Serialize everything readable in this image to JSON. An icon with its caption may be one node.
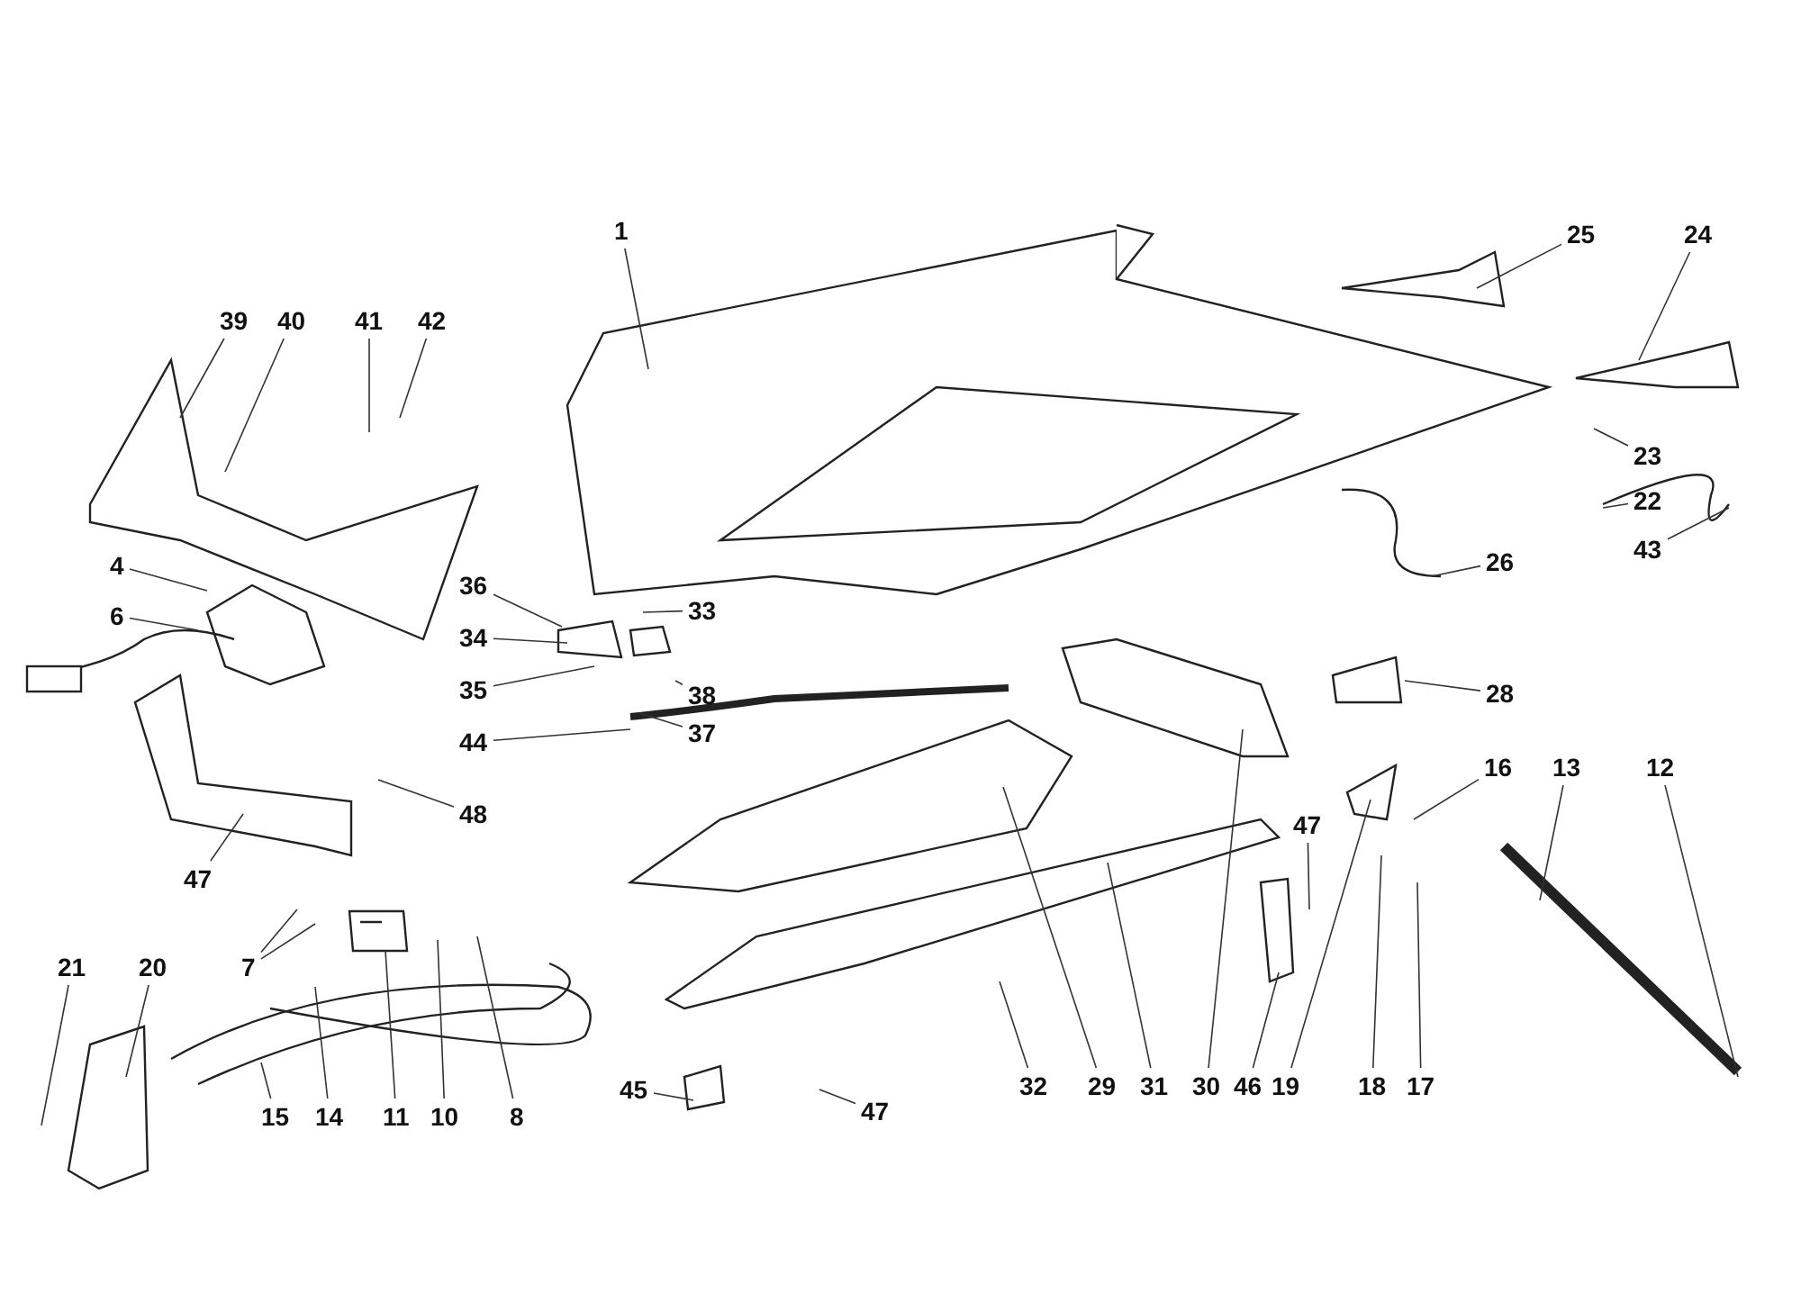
{
  "diagram": {
    "nodes": [
      {
        "text": [
          "1"
        ]
      },
      {
        "text": [
          "25"
        ]
      },
      {
        "text": [
          "24"
        ]
      },
      {
        "text": [
          "39"
        ]
      },
      {
        "text": [
          "40"
        ]
      },
      {
        "text": [
          "41"
        ]
      },
      {
        "text": [
          "42"
        ]
      },
      {
        "text": [
          "23"
        ]
      },
      {
        "text": [
          "22"
        ]
      },
      {
        "text": [
          "43"
        ]
      },
      {
        "text": [
          "26"
        ]
      },
      {
        "text": [
          "4"
        ]
      },
      {
        "text": [
          "6"
        ]
      },
      {
        "text": [
          "36"
        ]
      },
      {
        "text": [
          "34"
        ]
      },
      {
        "text": [
          "35"
        ]
      },
      {
        "text": [
          "33"
        ]
      },
      {
        "text": [
          "38"
        ]
      },
      {
        "text": [
          "37"
        ]
      },
      {
        "text": [
          "28"
        ]
      },
      {
        "text": [
          "44"
        ]
      },
      {
        "text": [
          "48"
        ]
      },
      {
        "text": [
          "47"
        ]
      },
      {
        "text": [
          "16"
        ]
      },
      {
        "text": [
          "13"
        ]
      },
      {
        "text": [
          "12"
        ]
      },
      {
        "text": [
          "47"
        ]
      },
      {
        "text": [
          "7"
        ]
      },
      {
        "text": [
          "21"
        ]
      },
      {
        "text": [
          "20"
        ]
      },
      {
        "text": [
          "15"
        ]
      },
      {
        "text": [
          "14"
        ]
      },
      {
        "text": [
          "11"
        ]
      },
      {
        "text": [
          "10"
        ]
      },
      {
        "text": [
          "8"
        ]
      },
      {
        "text": [
          "32"
        ]
      },
      {
        "text": [
          "29"
        ]
      },
      {
        "text": [
          "31"
        ]
      },
      {
        "text": [
          "30"
        ]
      },
      {
        "text": [
          "46"
        ]
      },
      {
        "text": [
          "19"
        ]
      },
      {
        "text": [
          "18"
        ]
      },
      {
        "text": [
          "17"
        ]
      },
      {
        "text": [
          "45"
        ]
      },
      {
        "text": [
          "47"
        ]
      }
    ],
    "edges": [
      {
        "from": 0,
        "to": null,
        "arrow": "none"
      },
      {
        "from": 1,
        "to": null,
        "arrow": "none"
      },
      {
        "from": 2,
        "to": null,
        "arrow": "none"
      },
      {
        "from": 3,
        "to": null,
        "arrow": "none"
      },
      {
        "from": 4,
        "to": null,
        "arrow": "none"
      },
      {
        "from": 5,
        "to": null,
        "arrow": "none"
      },
      {
        "from": 6,
        "to": null,
        "arrow": "none"
      },
      {
        "from": 7,
        "to": null,
        "arrow": "none"
      },
      {
        "from": 8,
        "to": null,
        "arrow": "none"
      },
      {
        "from": 9,
        "to": null,
        "arrow": "none"
      },
      {
        "from": 10,
        "to": null,
        "arrow": "none"
      },
      {
        "from": 11,
        "to": null,
        "arrow": "none"
      },
      {
        "from": 12,
        "to": null,
        "arrow": "none"
      },
      {
        "from": 13,
        "to": null,
        "arrow": "none"
      },
      {
        "from": 14,
        "to": null,
        "arrow": "none"
      },
      {
        "from": 15,
        "to": null,
        "arrow": "none"
      },
      {
        "from": 16,
        "to": null,
        "arrow": "none"
      },
      {
        "from": 17,
        "to": null,
        "arrow": "none"
      },
      {
        "from": 18,
        "to": null,
        "arrow": "none"
      },
      {
        "from": 19,
        "to": null,
        "arrow": "none"
      },
      {
        "from": 20,
        "to": null,
        "arrow": "none"
      },
      {
        "from": 21,
        "to": null,
        "arrow": "none"
      },
      {
        "from": 22,
        "to": null,
        "arrow": "none"
      },
      {
        "from": 23,
        "to": null,
        "arrow": "none"
      },
      {
        "from": 24,
        "to": null,
        "arrow": "none"
      },
      {
        "from": 25,
        "to": null,
        "arrow": "none"
      },
      {
        "from": 26,
        "to": null,
        "arrow": "none"
      },
      {
        "from": 27,
        "to": null,
        "arrow": "none"
      },
      {
        "from": 27,
        "to": null,
        "arrow": "none"
      },
      {
        "from": 28,
        "to": null,
        "arrow": "none"
      },
      {
        "from": 29,
        "to": null,
        "arrow": "none"
      },
      {
        "from": 30,
        "to": null,
        "arrow": "none"
      },
      {
        "from": 31,
        "to": null,
        "arrow": "none"
      },
      {
        "from": 32,
        "to": null,
        "arrow": "none"
      },
      {
        "from": 33,
        "to": null,
        "arrow": "none"
      },
      {
        "from": 34,
        "to": null,
        "arrow": "none"
      },
      {
        "from": 35,
        "to": null,
        "arrow": "none"
      },
      {
        "from": 36,
        "to": null,
        "arrow": "none"
      },
      {
        "from": 37,
        "to": null,
        "arrow": "none"
      },
      {
        "from": 38,
        "to": null,
        "arrow": "none"
      },
      {
        "from": 39,
        "to": null,
        "arrow": "none"
      },
      {
        "from": 40,
        "to": null,
        "arrow": "none"
      },
      {
        "from": 41,
        "to": null,
        "arrow": "none"
      },
      {
        "from": 42,
        "to": null,
        "arrow": "none"
      },
      {
        "from": 43,
        "to": null,
        "arrow": "none"
      },
      {
        "from": 44,
        "to": null,
        "arrow": "none"
      }
    ]
  }
}
